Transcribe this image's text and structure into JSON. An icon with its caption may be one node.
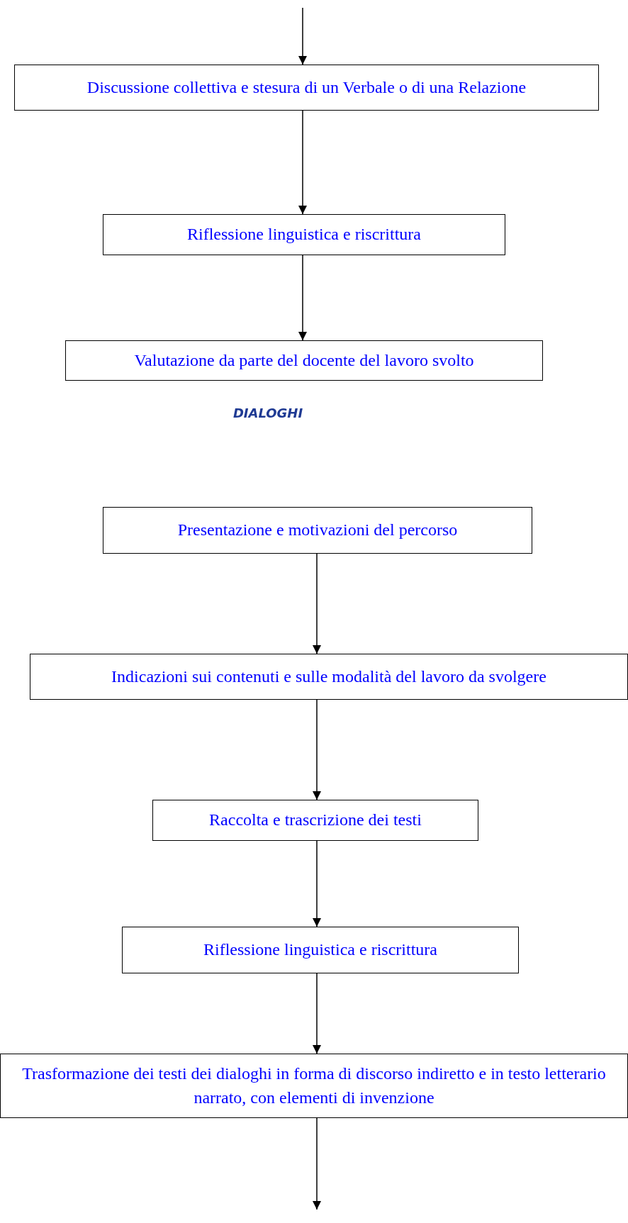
{
  "diagram": {
    "nodes": [
      {
        "text": [
          "Discussione collettiva e stesura di un Verbale o di una Relazione"
        ]
      },
      {
        "text": [
          "Riflessione linguistica e riscrittura"
        ]
      },
      {
        "text": [
          "Valutazione da parte del docente del lavoro svolto"
        ]
      },
      {
        "text": [
          "Presentazione e motivazioni del percorso"
        ]
      },
      {
        "text": [
          "Indicazioni sui contenuti e sulle modalità del lavoro da svolgere"
        ]
      },
      {
        "text": [
          "Raccolta e trascrizione dei testi"
        ]
      },
      {
        "text": [
          "Riflessione linguistica e riscrittura"
        ]
      },
      {
        "text": [
          "Trasformazione dei testi dei dialoghi in forma di discorso indiretto e in testo letterario narrato, con elementi di invenzione"
        ]
      }
    ],
    "edges": [
      {
        "from": null,
        "to": 0,
        "arrow": "to"
      },
      {
        "from": 0,
        "to": 1,
        "arrow": "to"
      },
      {
        "from": 1,
        "to": 2,
        "arrow": "to"
      },
      {
        "from": 3,
        "to": 4,
        "arrow": "to"
      },
      {
        "from": 4,
        "to": 5,
        "arrow": "to"
      },
      {
        "from": 5,
        "to": 6,
        "arrow": "to"
      },
      {
        "from": 6,
        "to": 7,
        "arrow": "to"
      },
      {
        "from": 7,
        "to": null,
        "arrow": "to"
      }
    ],
    "labels": [
      "DIALOGHI"
    ]
  }
}
